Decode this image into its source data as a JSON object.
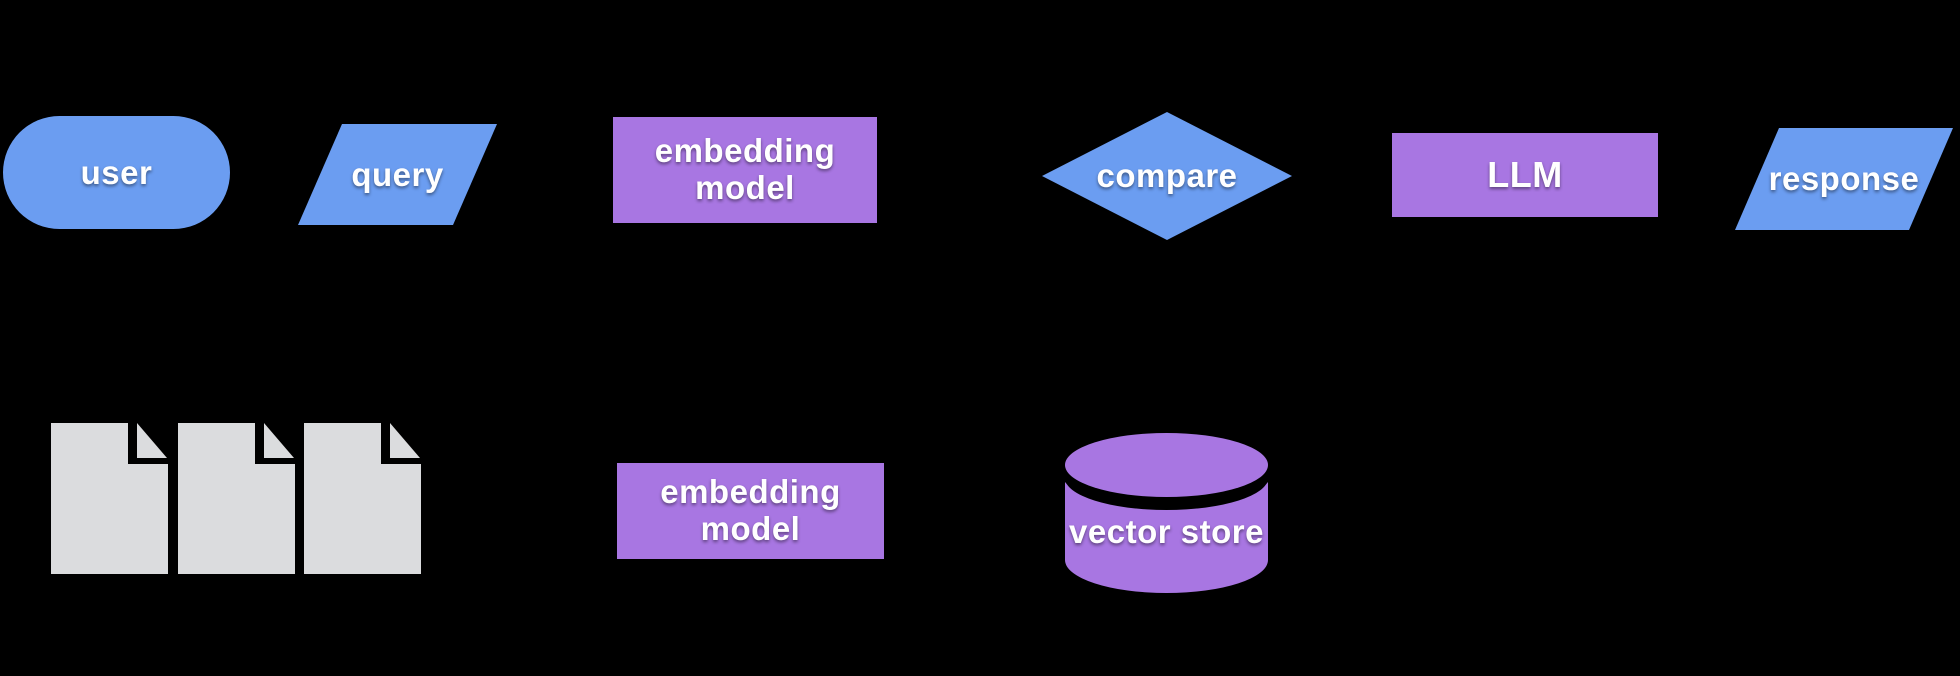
{
  "diagram": {
    "type": "flowchart",
    "background_color": "#000000",
    "colors": {
      "node_blue": "#6B9DF1",
      "node_purple": "#A876E2",
      "document_gray": "#DBDCDE",
      "label_text": "#FFFFFF"
    },
    "nodes": {
      "user": {
        "label": "user",
        "shape": "stadium",
        "fill": "#6B9DF1"
      },
      "query": {
        "label": "query",
        "shape": "parallelogram",
        "fill": "#6B9DF1"
      },
      "embedding_model_query": {
        "label_line1": "embedding",
        "label_line2": "model",
        "shape": "rectangle",
        "fill": "#A876E2"
      },
      "compare": {
        "label": "compare",
        "shape": "diamond",
        "fill": "#6B9DF1"
      },
      "llm": {
        "label": "LLM",
        "shape": "rectangle",
        "fill": "#A876E2"
      },
      "response": {
        "label": "response",
        "shape": "parallelogram",
        "fill": "#6B9DF1"
      },
      "documents": {
        "label": "",
        "shape": "document-stack",
        "count": 3,
        "fill": "#DBDCDE"
      },
      "embedding_model_docs": {
        "label_line1": "embedding",
        "label_line2": "model",
        "shape": "rectangle",
        "fill": "#A876E2"
      },
      "vector_store": {
        "label": "vector store",
        "shape": "cylinder",
        "fill": "#A876E2"
      }
    }
  }
}
